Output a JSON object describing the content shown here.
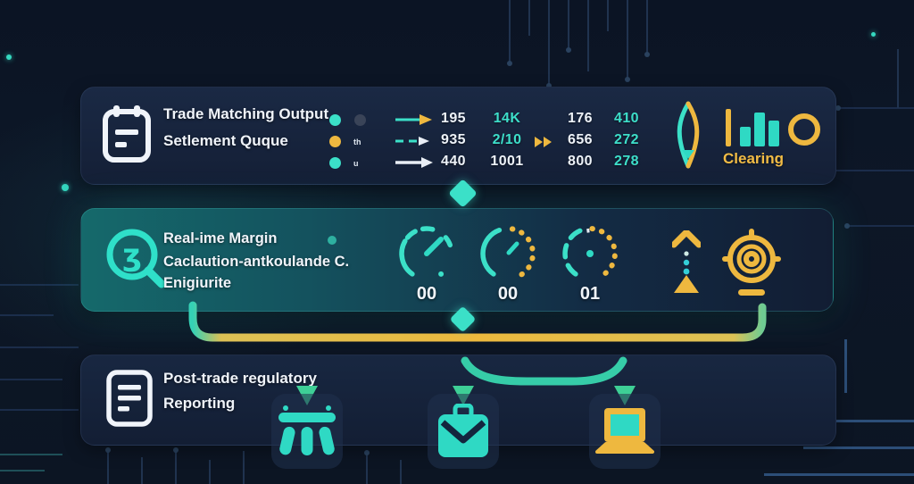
{
  "colors": {
    "page_bg": "#0c1524",
    "accent_teal": "#3be0c8",
    "accent_yellow": "#eeb83f",
    "arrow_green": "#3ecf96",
    "text_white": "#edf2f8",
    "gray_dot": "#3a4458",
    "margin_panel_teal": "#15696b"
  },
  "icons": {
    "trade_panel": "calendar-icon",
    "margin_panel": "magnifier-icon",
    "magnifier_glyph": "ʒ",
    "reporting_panel": "document-icon",
    "clearing_left": "kite-icon",
    "clearing_right": "bar-chart-circle-icon",
    "margin_right_1": "up-arrow-dotted-icon",
    "margin_right_2": "target-icon",
    "reporting_tile_1": "institution-icon",
    "reporting_tile_2": "briefcase-icon",
    "reporting_tile_3": "laptop-icon"
  },
  "trade_panel": {
    "title_line1": "Trade Matching Output",
    "title_line2": "Setlement Quque",
    "legend": [
      {
        "label": ""
      },
      {
        "label": "th"
      },
      {
        "label": "u"
      }
    ],
    "rows": [
      {
        "c1": "195",
        "c2": "14K",
        "c3": "176",
        "c4": "410"
      },
      {
        "c1": "935",
        "c2": "2/10",
        "c3": "656",
        "c4": "272"
      },
      {
        "c1": "440",
        "c2": "1001",
        "c3": "800",
        "c4": "278"
      }
    ],
    "clearing_label": "Clearing"
  },
  "margin_panel": {
    "line1": "Real-ime Margin",
    "line2": "Caclaution-antkoulande C.",
    "line3": "Enigiurite",
    "gauges": [
      {
        "value": "00"
      },
      {
        "value": "00"
      },
      {
        "value": "01"
      }
    ]
  },
  "reporting_panel": {
    "line1": "Post-trade regulatory",
    "line2": "Reporting"
  }
}
